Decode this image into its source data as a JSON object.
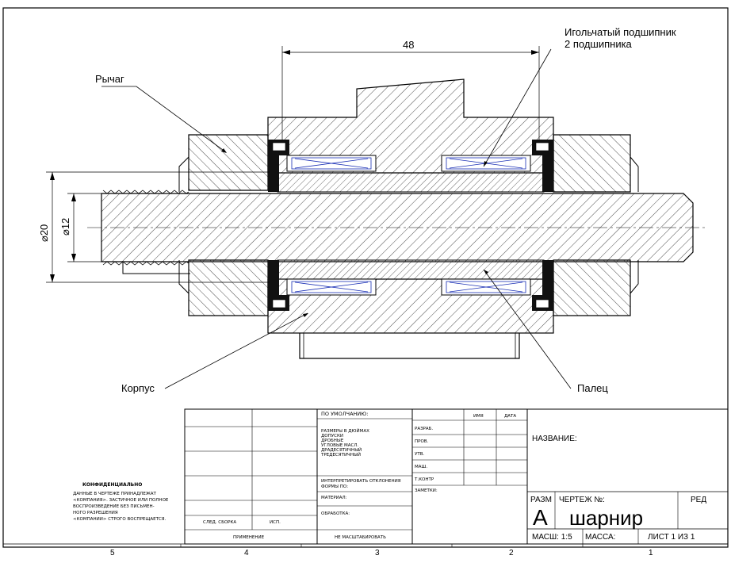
{
  "drawing": {
    "dimension_48": "48",
    "dia_20": "⌀20",
    "dia_12": "⌀12",
    "callouts": {
      "lever": "Рычаг",
      "bearing_line1": "Игольчатый подшипник",
      "bearing_line2": "2 подшипника",
      "housing": "Корпус",
      "pin": "Палец"
    }
  },
  "title_block": {
    "default_label": "ПО УМОЛЧАНИЮ:",
    "dims_lines": [
      "РАЗМЕРЫ В ДЮЙМАХ",
      "ДОПУСКИ",
      "ДРОБНЫЕ",
      "УГЛОВЫЕ МАСЛ.",
      "ДРАДЕСЯТИЧНЫЙ",
      "ТРЕДЕСЯТИЧНЫЙ"
    ],
    "interpret_line1": "ИНТЕРПРЕТИРОВАТЬ ОТКЛОНЕНИЯ",
    "interpret_line2": "ФОРМЫ ПО:",
    "material": "МАТЕРИАЛ:",
    "finish": "ОБРАБОТКА:",
    "no_scale": "НЕ МАСШТАБИРОВАТЬ",
    "assy_next": "СЛЕД. СБОРКА",
    "used_on": "ИСП.",
    "application": "ПРИМЕНЕНИЕ",
    "col_name": "ИМЯ",
    "col_date": "ДАТА",
    "rows": [
      "РАЗРАБ.",
      "ПРОВ.",
      "УТВ.",
      "МАШ.",
      "Т.КОНТР"
    ],
    "notes": "ЗАМЕТКИ:",
    "title_label": "НАЗВАНИЕ:",
    "size_label": "РАЗМ",
    "dwg_no_label": "ЧЕРТЕЖ №:",
    "rev_label": "РЕД",
    "size_value": "А",
    "title_value": "шарнир",
    "scale": "МАСШ: 1:5",
    "mass": "МАССА:",
    "sheet": "ЛИСТ 1 ИЗ 1",
    "confidential_title": "КОНФИДЕНЦИАЛЬНО",
    "confidential_lines": [
      "ДАННЫЕ В ЧЕРТЕЖЕ ПРИНАДЛЕЖАТ",
      "<КОМПАНИЯ>. ЗАСТИЧНОЕ ИЛИ ПОЛНОЕ",
      "ВОСПРОИЗВЕДЕНИЕ БЕЗ ПИСЬМЕН-",
      "НОГО РАЗРЕШЕНИЯ",
      "<КОМПАНИИ> СТРОГО ВОСПРЕЩАЕТСЯ."
    ]
  },
  "zones": [
    "5",
    "4",
    "3",
    "2",
    "1"
  ]
}
